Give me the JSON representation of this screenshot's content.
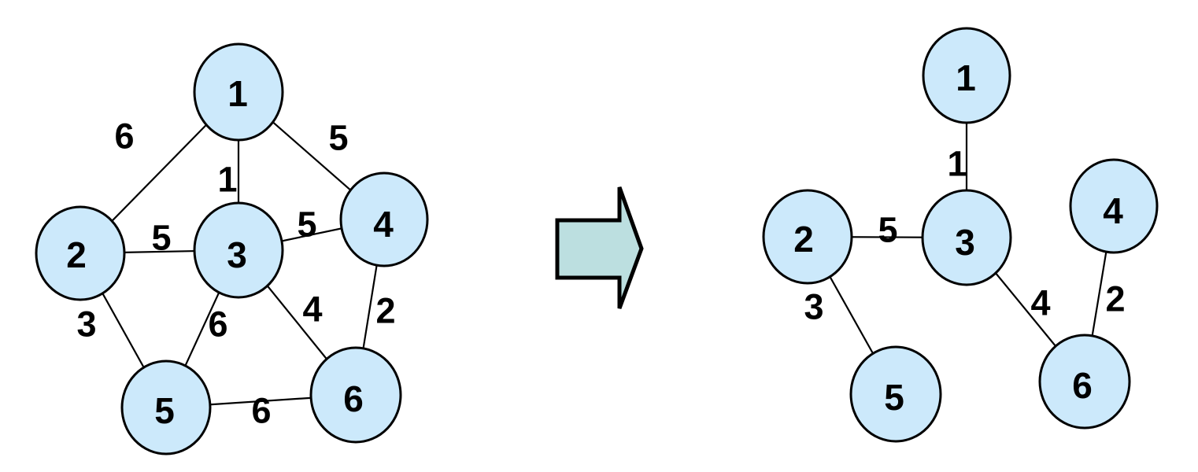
{
  "colors": {
    "background": "#ffffff",
    "node_fill": "#cce9fb",
    "node_stroke": "#000000",
    "edge_stroke": "#000000",
    "label_color": "#000000",
    "arrow_fill": "#bcdfe0",
    "arrow_stroke": "#000000"
  },
  "left_graph": {
    "description": "weighted undirected graph",
    "nodes": [
      {
        "label": "1"
      },
      {
        "label": "2"
      },
      {
        "label": "3"
      },
      {
        "label": "4"
      },
      {
        "label": "5"
      },
      {
        "label": "6"
      }
    ],
    "edges": [
      {
        "from": "1",
        "to": "2",
        "weight": "6"
      },
      {
        "from": "1",
        "to": "3",
        "weight": "1"
      },
      {
        "from": "1",
        "to": "4",
        "weight": "5"
      },
      {
        "from": "2",
        "to": "3",
        "weight": "5"
      },
      {
        "from": "3",
        "to": "4",
        "weight": "5"
      },
      {
        "from": "2",
        "to": "5",
        "weight": "3"
      },
      {
        "from": "3",
        "to": "5",
        "weight": "6"
      },
      {
        "from": "3",
        "to": "6",
        "weight": "4"
      },
      {
        "from": "4",
        "to": "6",
        "weight": "2"
      },
      {
        "from": "5",
        "to": "6",
        "weight": "6"
      }
    ]
  },
  "right_graph": {
    "description": "minimum spanning tree result",
    "nodes": [
      {
        "label": "1"
      },
      {
        "label": "2"
      },
      {
        "label": "3"
      },
      {
        "label": "4"
      },
      {
        "label": "5"
      },
      {
        "label": "6"
      }
    ],
    "edges": [
      {
        "from": "1",
        "to": "3",
        "weight": "1"
      },
      {
        "from": "2",
        "to": "3",
        "weight": "5"
      },
      {
        "from": "2",
        "to": "5",
        "weight": "3"
      },
      {
        "from": "3",
        "to": "6",
        "weight": "4"
      },
      {
        "from": "4",
        "to": "6",
        "weight": "2"
      }
    ]
  }
}
